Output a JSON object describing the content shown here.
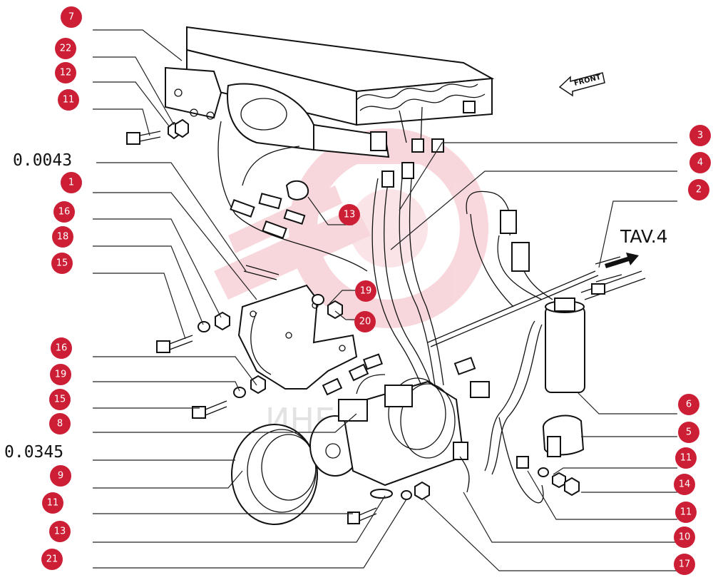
{
  "diagram": {
    "reference_codes": {
      "top": "0.0043",
      "middle": "0.0345"
    },
    "table_link": "TAV.4",
    "front_label": "FRONT",
    "watermark": "ИНЕЛ",
    "colors": {
      "badge": "#cc1f36",
      "badge_text": "#ffffff",
      "line_art": "#111111",
      "watermark_logo": "#f2b8bf"
    },
    "left_callouts": [
      "7",
      "22",
      "12",
      "11",
      "1",
      "16",
      "18",
      "15",
      "16",
      "19",
      "15",
      "8",
      "9",
      "11",
      "13",
      "21"
    ],
    "right_callouts": [
      "3",
      "4",
      "2",
      "6",
      "5",
      "11",
      "14",
      "11",
      "10",
      "17"
    ],
    "inline_callouts": [
      "13",
      "19",
      "20"
    ]
  }
}
